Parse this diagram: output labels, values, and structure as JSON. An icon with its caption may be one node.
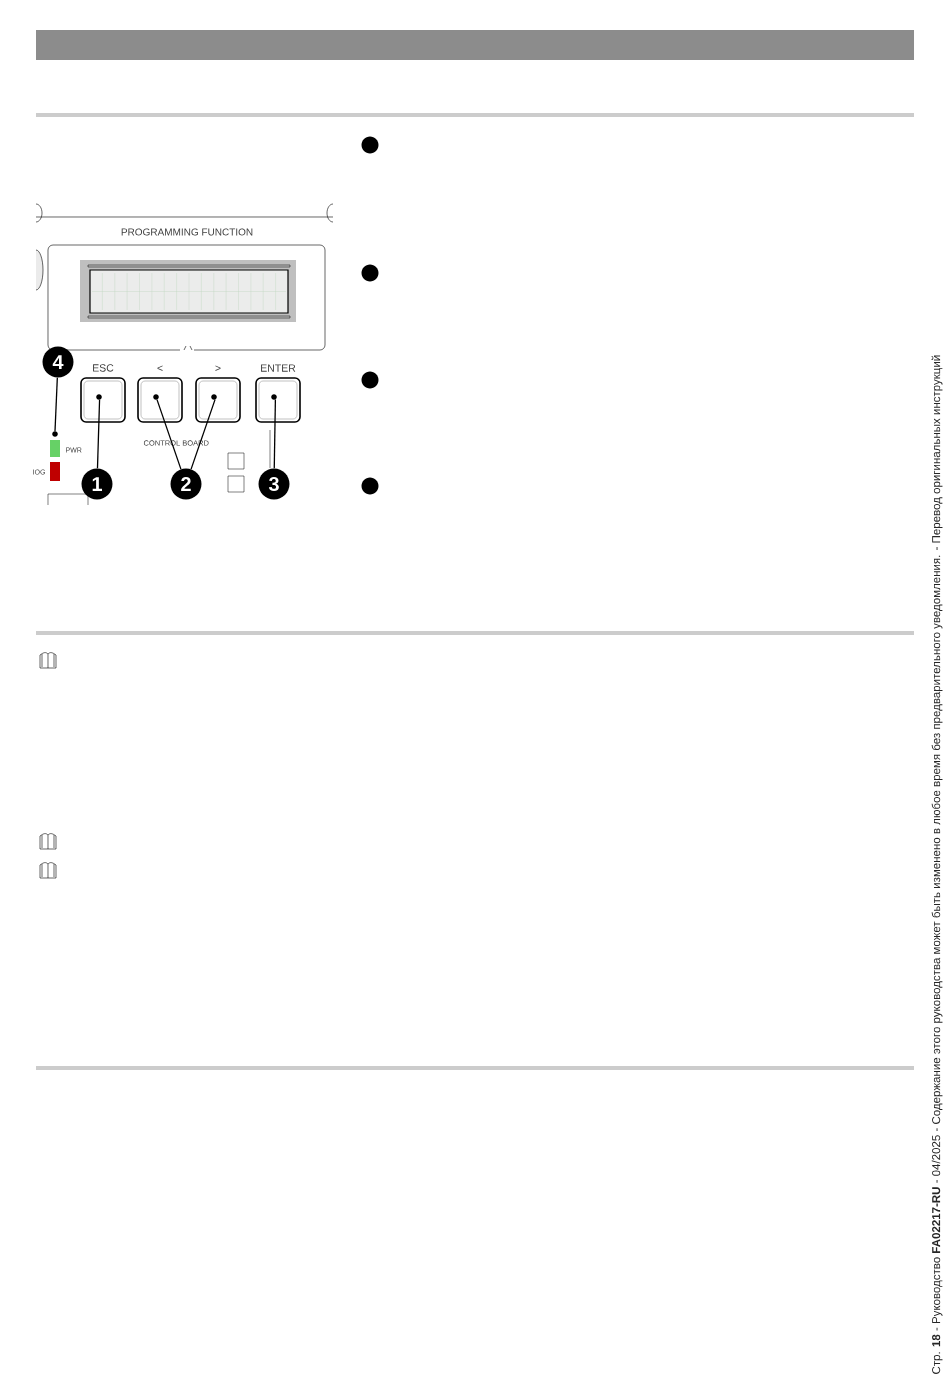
{
  "diagram": {
    "nodes": [
      {
        "text": [
          "4"
        ]
      },
      {
        "text": [
          "ESC"
        ]
      },
      {
        "text": [
          "<"
        ]
      },
      {
        "text": [
          ">"
        ]
      },
      {
        "text": [
          "ENTER"
        ]
      },
      {
        "text": [
          "PWR"
        ]
      },
      {
        "text": [
          "1"
        ]
      },
      {
        "text": [
          "2"
        ]
      },
      {
        "text": [
          "3"
        ]
      }
    ],
    "edges": [
      {
        "from": 6,
        "to": 1,
        "arrow": "none"
      },
      {
        "from": 7,
        "to": 2,
        "arrow": "none"
      },
      {
        "from": 7,
        "to": 3,
        "arrow": "none"
      },
      {
        "from": 8,
        "to": 4,
        "arrow": "none"
      },
      {
        "from": 0,
        "to": 5,
        "arrow": "none"
      }
    ],
    "labels": [
      "PROGRAMMING FUNCTION",
      "CONTROL BOARD",
      "IOG",
      "Стр. **18** - Руководство **FA02217-RU** - 04/2025 - Содержание этого руководства может быть изменено в любое время без предварительного уведомления. - Перевод оригинальных инструкций"
    ]
  }
}
